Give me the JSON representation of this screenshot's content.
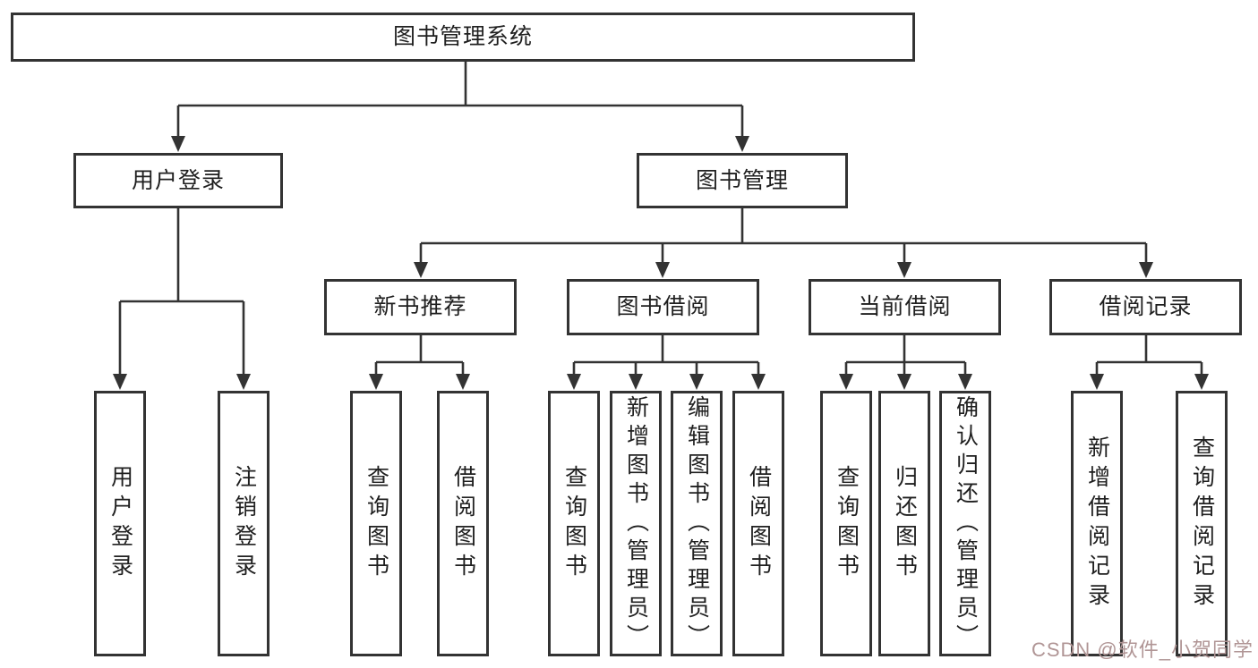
{
  "tree": {
    "label": "图书管理系统",
    "children": [
      {
        "label": "用户登录",
        "children": [
          {
            "label": "用户登录"
          },
          {
            "label": "注销登录"
          }
        ]
      },
      {
        "label": "图书管理",
        "children": [
          {
            "label": "新书推荐",
            "children": [
              {
                "label": "查询图书"
              },
              {
                "label": "借阅图书"
              }
            ]
          },
          {
            "label": "图书借阅",
            "children": [
              {
                "label": "查询图书"
              },
              {
                "label": "新增图书（管理员）"
              },
              {
                "label": "编辑图书（管理员）"
              },
              {
                "label": "借阅图书"
              }
            ]
          },
          {
            "label": "当前借阅",
            "children": [
              {
                "label": "查询图书"
              },
              {
                "label": "归还图书"
              },
              {
                "label": "确认归还（管理员）"
              }
            ]
          },
          {
            "label": "借阅记录",
            "children": [
              {
                "label": "新增借阅记录"
              },
              {
                "label": "查询借阅记录"
              }
            ]
          }
        ]
      }
    ]
  },
  "watermark": {
    "text": "CSDN @软件_小贺同学",
    "color": "#b09595"
  },
  "colors": {
    "line": "#333333",
    "node_border": "#333333",
    "node_bg": "#ffffff",
    "text": "#1f1f1f"
  }
}
